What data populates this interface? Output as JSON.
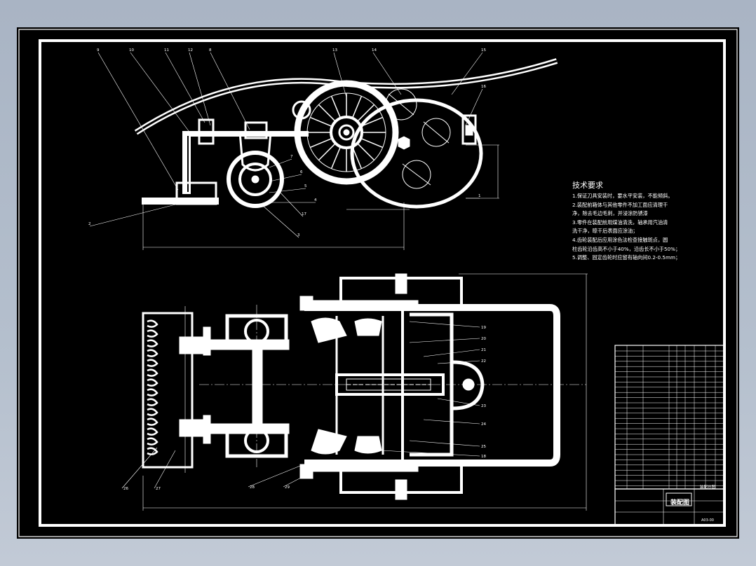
{
  "tech_requirements": {
    "title": "技术要求",
    "lines": [
      "1.保证刀具安装时，要水平安装，不能倾斜。",
      "2.装配前箱体与其他零件不加工面应清理干",
      "净，除去毛边毛刺，并浸涂防锈漆",
      "3.零件在装配前用煤油清洗，轴承用汽油清",
      "洗干净，晾干后表面应涂油；",
      "4.齿轮装配后应用涂色法检查接触斑点，圆",
      "柱齿轮沿齿高不小于40%，沿齿长不小于50%；",
      "5.调整、固定齿轮时应留有轴向间0.2-0.5mm；"
    ]
  },
  "title_block": {
    "drawing_name": "装配图",
    "sub1": "装配总图",
    "sub2": "A03-00"
  },
  "callouts_top": [
    "9",
    "10",
    "11",
    "12",
    "8",
    "13",
    "14",
    "15",
    "16",
    "7",
    "6",
    "5",
    "4",
    "3",
    "2",
    "1",
    "17"
  ],
  "callouts_bottom": [
    "19",
    "20",
    "21",
    "22",
    "23",
    "24",
    "25",
    "18",
    "26",
    "27",
    "28",
    "29"
  ],
  "colors": {
    "background": "#000000",
    "lines": "#ffffff",
    "window": "#b4bfcd"
  }
}
